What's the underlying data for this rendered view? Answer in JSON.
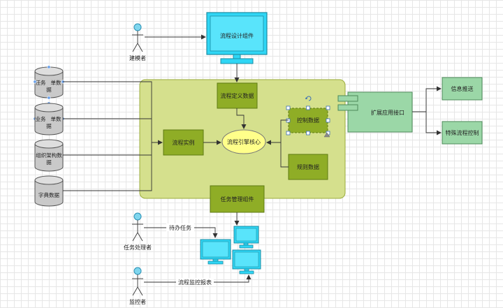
{
  "nodes": {
    "process_designer": "流程设计组件",
    "process_definition": "流程定义数据",
    "process_instance": "流程实例",
    "engine_core": "流程引擎核心",
    "control_data": "控制数据",
    "rule_data": "规则数据",
    "task_mgmt": "任务管理组件",
    "extension_api": "扩展应用接口",
    "info_push": "信息推送",
    "special_control": "特殊流程控制"
  },
  "databases": {
    "task_form_l1": "任务",
    "task_form_l1b": "单数",
    "task_form_l2": "据",
    "business_form_l1": "业务",
    "business_form_l1b": "单数",
    "business_form_l2": "据",
    "org_data_l1": "组织架构数",
    "org_data_l2": "据",
    "dict_data": "字典数据"
  },
  "actors": {
    "modeler": "建模者",
    "task_handler": "任务处理者",
    "monitor": "监控者"
  },
  "edges": {
    "todo_tasks": "待办任务",
    "monitor_report": "流程监控报表"
  },
  "colors": {
    "container_fill": "#d5e08d",
    "container_stroke": "#9aab3d",
    "dark_green": "#8fad26",
    "light_green": "#9bd7a7",
    "engine_yellow": "#ffff8a",
    "monitor_blue": "#2fd6f5",
    "db_gray": "#c9c9c9",
    "actor_head": "#7fd6ee"
  }
}
